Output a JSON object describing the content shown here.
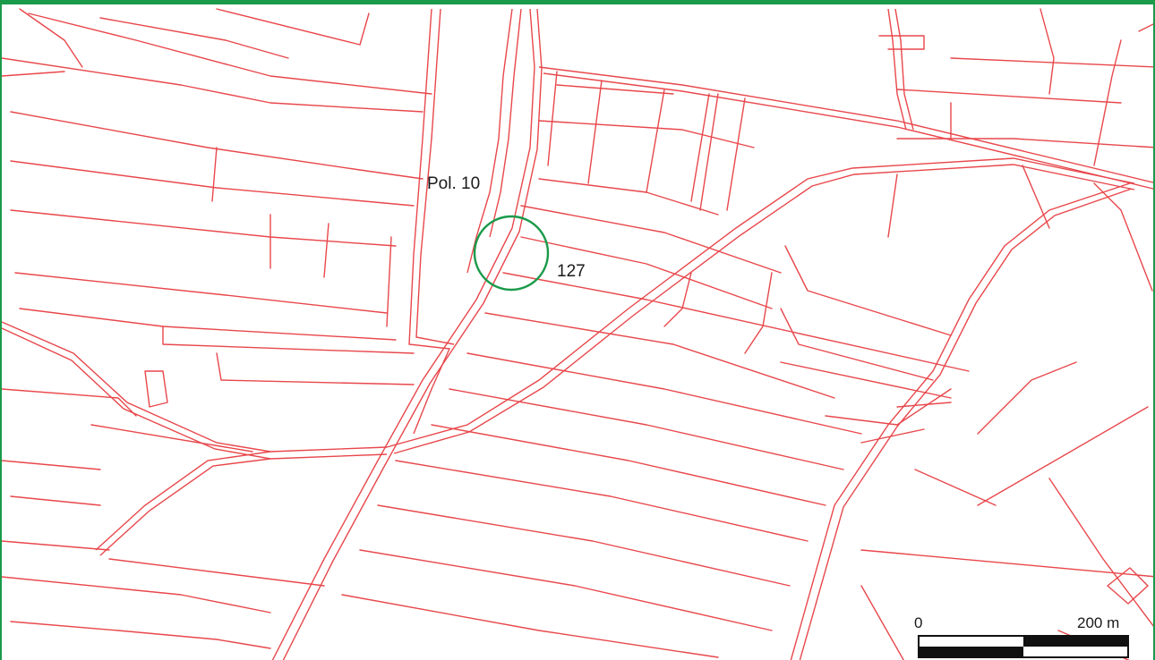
{
  "map": {
    "parcel_color": "#e8474b",
    "frame_color": "#1a9a4a",
    "highlight_color": "#1a9a4a",
    "labels": {
      "polygon": "Pol. 10",
      "parcel": "127"
    },
    "scale": {
      "start_label": "0",
      "end_label": "200 m"
    }
  }
}
